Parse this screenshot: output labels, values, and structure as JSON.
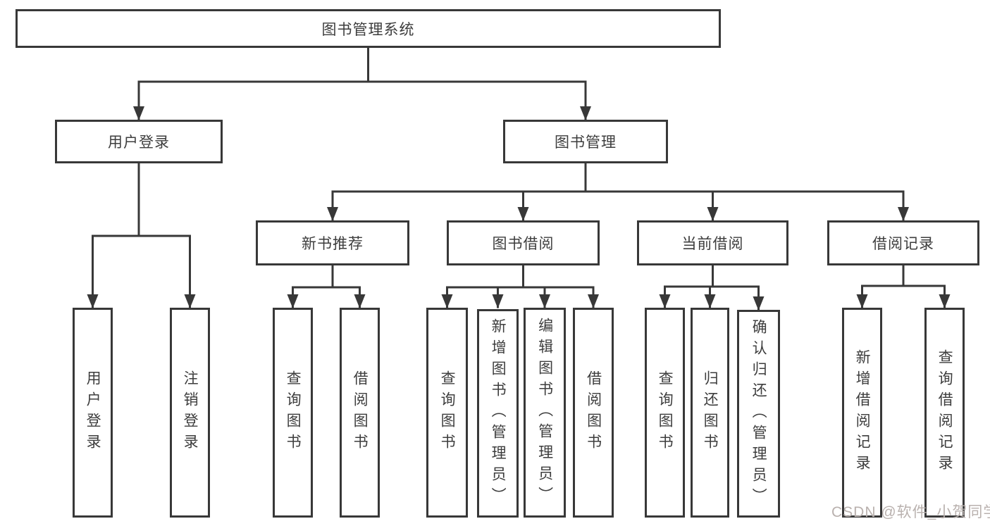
{
  "nodes": {
    "root": "图书管理系统",
    "userLogin": "用户登录",
    "bookMgmt": "图书管理",
    "newBookRec": "新书推荐",
    "bookBorrow": "图书借阅",
    "currentBorrow": "当前借阅",
    "borrowRecords": "借阅记录",
    "leafUserLogin": "用户登录",
    "leafLogout": "注销登录",
    "leafQueryBooks1": "查询图书",
    "leafBorrowBooks1": "借阅图书",
    "leafQueryBooks2": "查询图书",
    "leafAddBook": "新增图书（管理员）",
    "leafEditBook": "编辑图书（管理员）",
    "leafBorrowBooks2": "借阅图书",
    "leafQueryBooks3": "查询图书",
    "leafReturnBook": "归还图书",
    "leafConfirmReturn": "确认归还（管理员）",
    "leafAddBorrowRecord": "新增借阅记录",
    "leafQueryBorrowRecord": "查询借阅记录"
  },
  "hierarchy": {
    "图书管理系统": {
      "用户登录": [
        "用户登录",
        "注销登录"
      ],
      "图书管理": {
        "新书推荐": [
          "查询图书",
          "借阅图书"
        ],
        "图书借阅": [
          "查询图书",
          "新增图书（管理员）",
          "编辑图书（管理员）",
          "借阅图书"
        ],
        "当前借阅": [
          "查询图书",
          "归还图书",
          "确认归还（管理员）"
        ],
        "借阅记录": [
          "新增借阅记录",
          "查询借阅记录"
        ]
      }
    }
  },
  "watermark": "CSDN @软件_小贺同学",
  "colors": {
    "line": "#383838",
    "text": "#3d3d3d",
    "background": "#ffffff",
    "watermark": "#b9b1ae"
  }
}
